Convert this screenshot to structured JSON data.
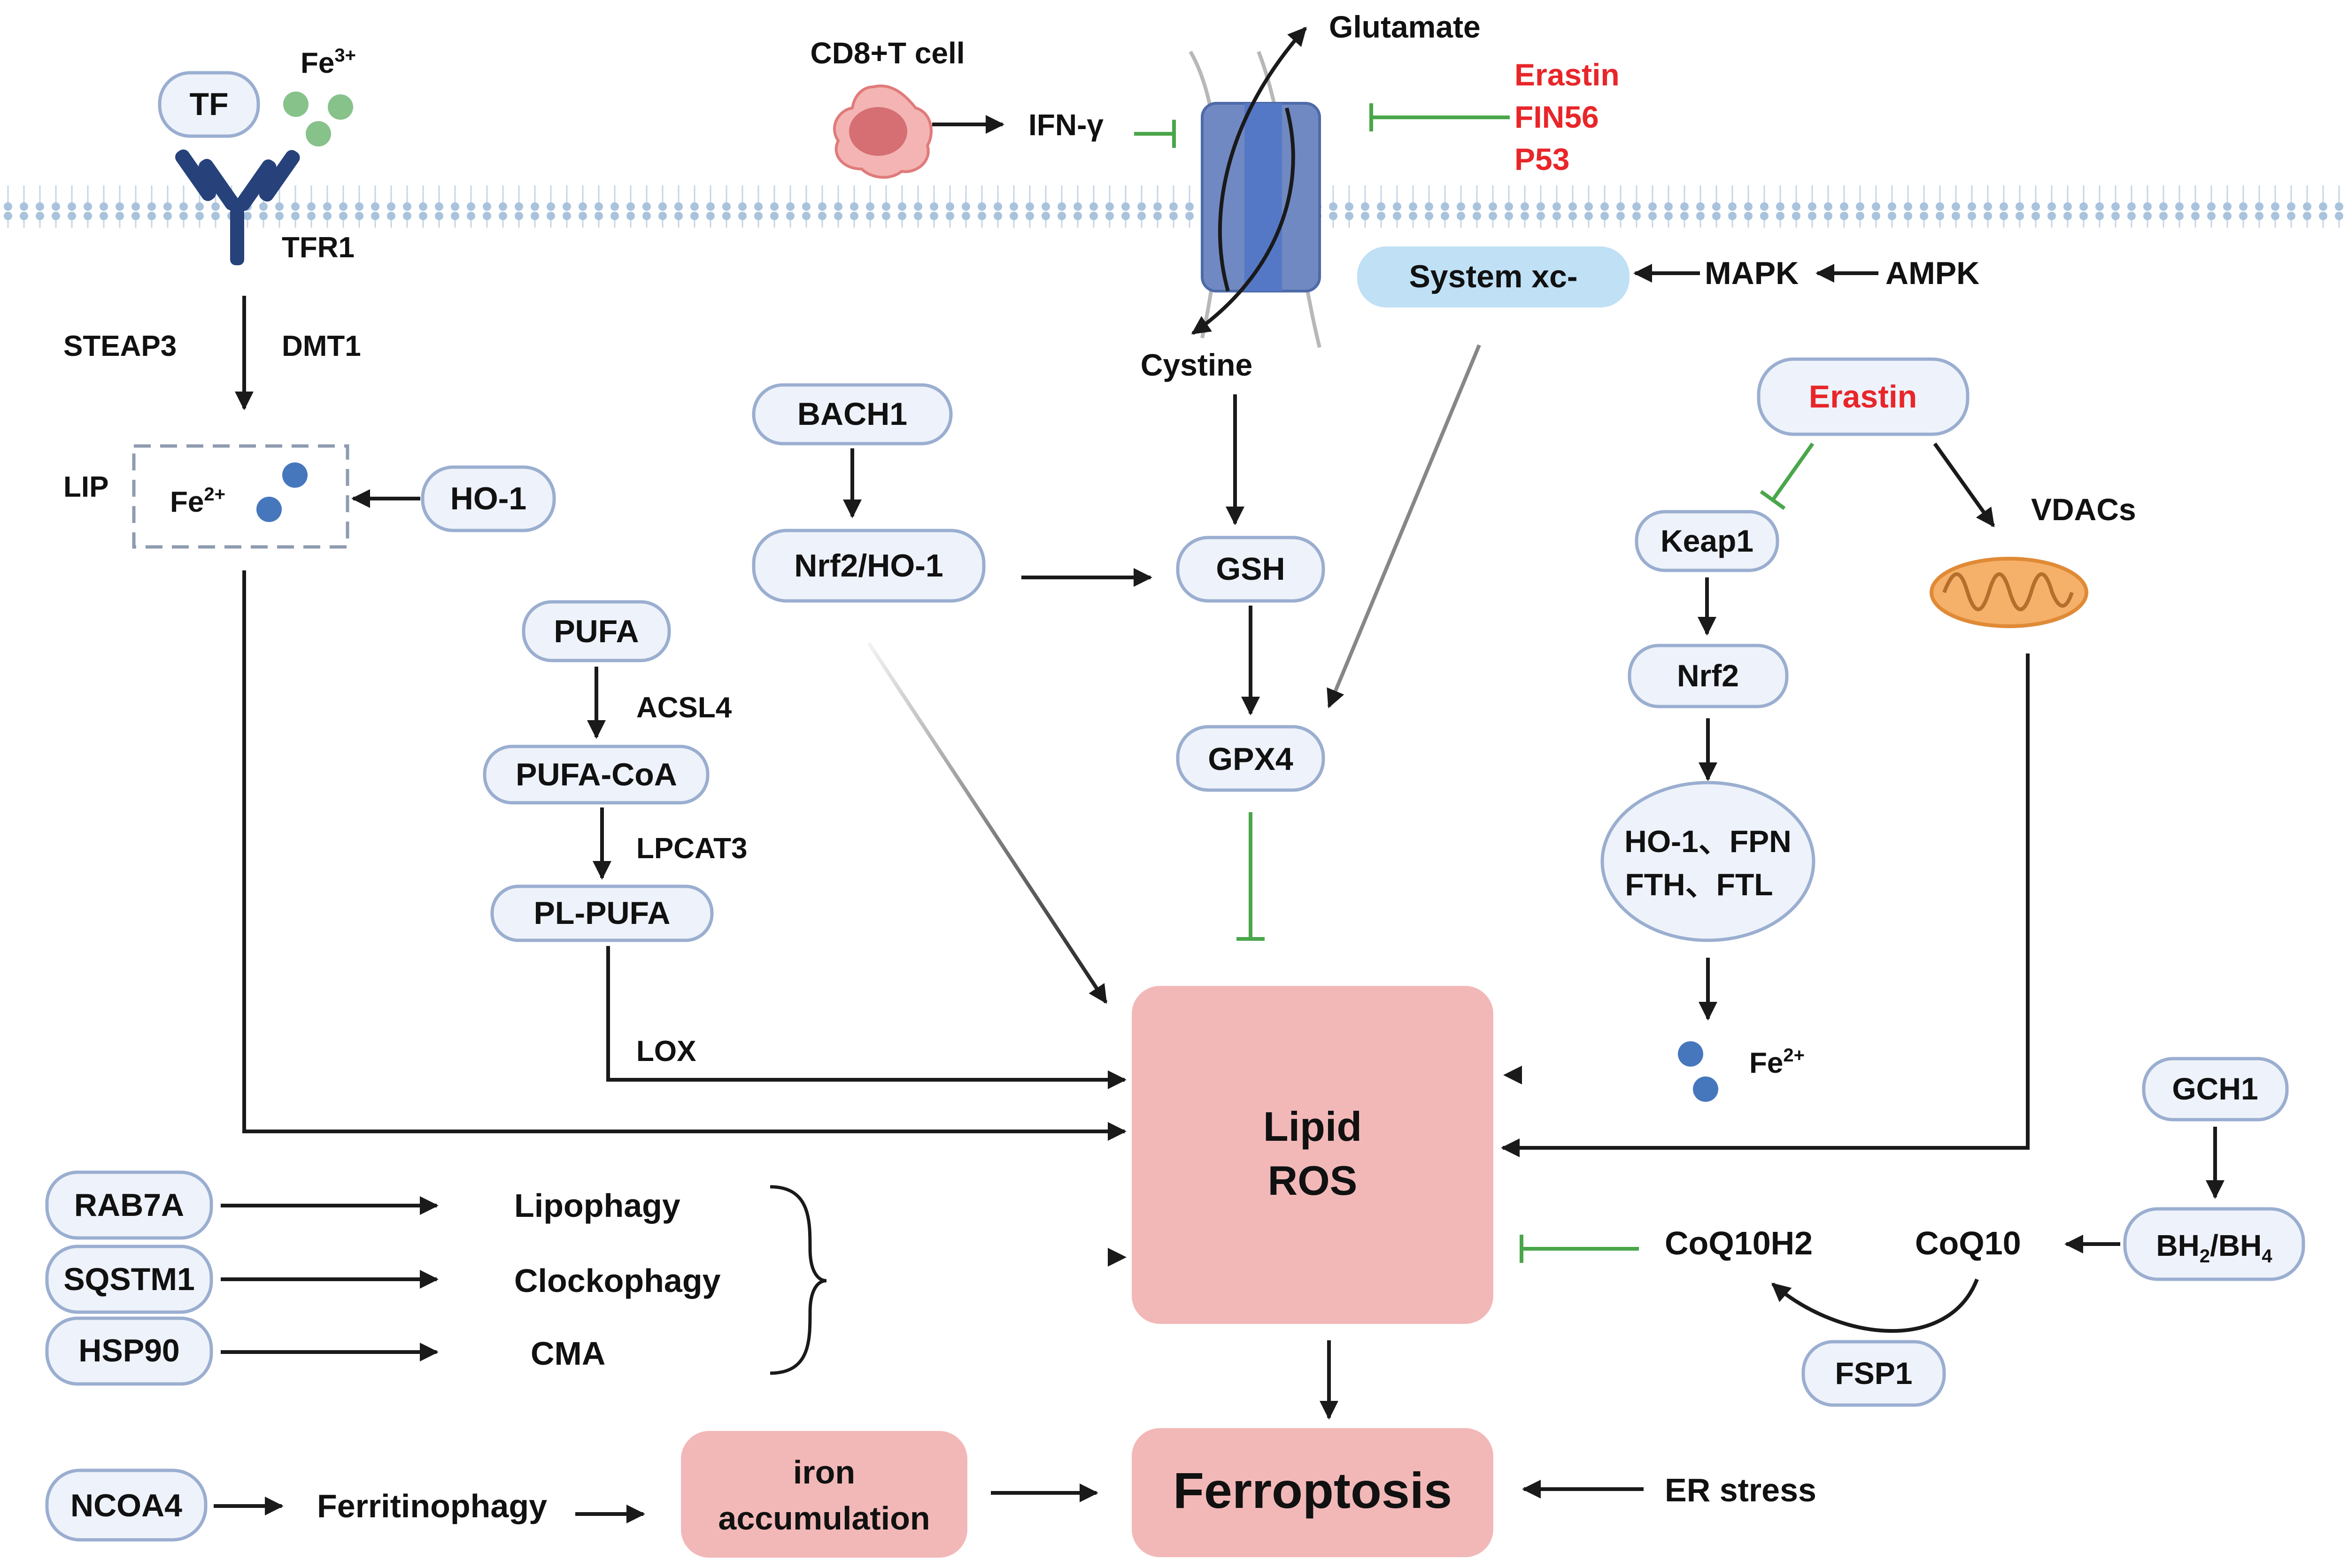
{
  "labels": {
    "tf": "TF",
    "fe3": "Fe",
    "fe3_sup": "3+",
    "tfr1": "TFR1",
    "steap3": "STEAP3",
    "dmt1": "DMT1",
    "lip": "LIP",
    "fe2": "Fe",
    "fe2_sup": "2+",
    "ho1": "HO-1",
    "cd8": "CD8+T cell",
    "ifn": "IFN-γ",
    "glutamate": "Glutamate",
    "cystine": "Cystine",
    "system_xc": "System xc-",
    "mapk": "MAPK",
    "ampk": "AMPK",
    "erastin_top": "Erastin",
    "fin56": "FIN56",
    "p53": "P53",
    "bach1": "BACH1",
    "nrf2ho1": "Nrf2/HO-1",
    "gsh": "GSH",
    "gpx4": "GPX4",
    "pufa": "PUFA",
    "acsl4": "ACSL4",
    "pufacoa": "PUFA-CoA",
    "lpcat3": "LPCAT3",
    "plpufa": "PL-PUFA",
    "lox": "LOX",
    "erastin_right": "Erastin",
    "keap1": "Keap1",
    "nrf2": "Nrf2",
    "vdacs": "VDACs",
    "ho1fpn": "HO-1、FPN",
    "fthftl": "FTH、FTL",
    "fe2_right": "Fe",
    "fe2_right_sup": "2+",
    "lipid": "Lipid",
    "ros": "ROS",
    "gch1": "GCH1",
    "bh2": "BH",
    "bh2_sub": "2",
    "bh4": "/BH",
    "bh4_sub": "4",
    "coq10h2": "CoQ10H2",
    "coq10": "CoQ10",
    "fsp1": "FSP1",
    "rab7a": "RAB7A",
    "sqstm1": "SQSTM1",
    "hsp90": "HSP90",
    "lipophagy": "Lipophagy",
    "clockophagy": "Clockophagy",
    "cma": "CMA",
    "ncoa4": "NCOA4",
    "ferritinophagy": "Ferritinophagy",
    "iron1": "iron",
    "iron2": "accumulation",
    "ferroptosis": "Ferroptosis",
    "er_stress": "ER stress"
  },
  "colors": {
    "node_fill": "#eef2fa",
    "node_stroke": "#9aaed0",
    "system_xc_fill": "#bfe0f5",
    "ros_fill": "#f2b8b8",
    "inhibit_green": "#4aa64a",
    "drug_red": "#e8262a",
    "fe3_dot": "#86c28a",
    "fe2_dot": "#4677bd",
    "membrane": "#a9c3dc",
    "transporter": "#7189c2",
    "mito_fill": "#f5b16a",
    "cell_fill": "#f0a0a0"
  },
  "icons": [
    "transferrin-receptor-icon",
    "cd8-t-cell-icon",
    "system-xc-transporter-icon",
    "mitochondrion-icon"
  ]
}
